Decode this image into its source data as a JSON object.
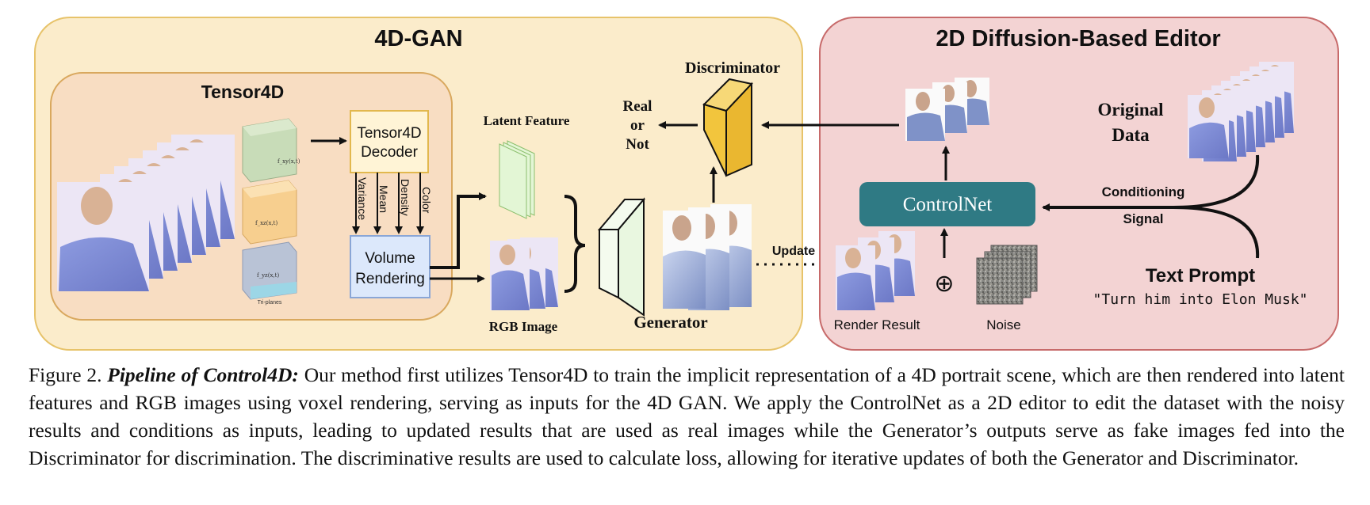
{
  "figure": {
    "gan_panel": {
      "title": "4D-GAN"
    },
    "tensor4d": {
      "title": "Tensor4D",
      "triplanes_label": "Tri-planes",
      "plane_formulas": [
        "f_xy(x,t)",
        "f_xz(x,t)",
        "f_yz(x,t)"
      ],
      "decoder_label_line1": "Tensor4D",
      "decoder_label_line2": "Decoder",
      "outputs": [
        "Variance",
        "Mean",
        "Density",
        "Color"
      ],
      "volume_label_line1": "Volume",
      "volume_label_line2": "Rendering"
    },
    "latent_feature_label": "Latent Feature",
    "rgb_image_label": "RGB Image",
    "generator_label": "Generator",
    "discriminator_label": "Discriminator",
    "real_or_not_line1": "Real",
    "real_or_not_line2": "or",
    "real_or_not_line3": "Not",
    "update_label": "Update",
    "editor_panel": {
      "title": "2D Diffusion-Based Editor"
    },
    "original_data_line1": "Original",
    "original_data_line2": "Data",
    "controlnet_label": "ControlNet",
    "conditioning_line1": "Conditioning",
    "conditioning_line2": "Signal",
    "text_prompt_label": "Text Prompt",
    "text_prompt_value": "\"Turn him into Elon Musk\"",
    "plus_symbol": "⊕",
    "render_result_label": "Render Result",
    "noise_label": "Noise",
    "colors": {
      "gan_bg": "#fbeccb",
      "gan_border": "#e7c36a",
      "tensor_bg": "#f8ddc2",
      "tensor_border": "#d9a85e",
      "editor_bg": "#f3d3d3",
      "editor_border": "#c76a6a",
      "controlnet": "#2f7a84",
      "discriminator": "#f2c53d",
      "generator": "#e9f7e0",
      "latent": "#e3f6d5",
      "volume": "#dce8fb",
      "decoder": "#fff4d6"
    }
  },
  "caption": {
    "prefix": "Figure 2.",
    "title": "Pipeline of Control4D:",
    "text": "Our method first utilizes Tensor4D to train the implicit representation of a 4D portrait scene, which are then rendered into latent features and RGB images using voxel rendering, serving as inputs for the 4D GAN. We apply the ControlNet as a 2D editor to edit the dataset with the noisy results and conditions as inputs, leading to updated results that are used as real images while the Generator’s outputs serve as fake images fed into the Discriminator for discrimination. The discriminative results are used to calculate loss, allowing for iterative updates of both the Generator and Discriminator."
  }
}
